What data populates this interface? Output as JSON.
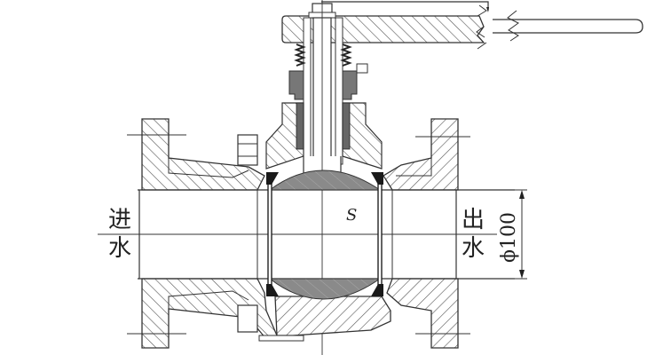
{
  "figure": {
    "subject": "Ball valve cross-section",
    "labels": {
      "inlet_char1": "进",
      "inlet_char2": "水",
      "outlet_char1": "出",
      "outlet_char2": "水",
      "ball_symbol": "S",
      "diameter_dimension": "ϕ100"
    },
    "colors": {
      "line": "#333333",
      "hatch": "#555555",
      "ball_fill": "#8a8a8a",
      "seal_fill": "#1a1a1a",
      "packing_fill": "#777777"
    }
  }
}
